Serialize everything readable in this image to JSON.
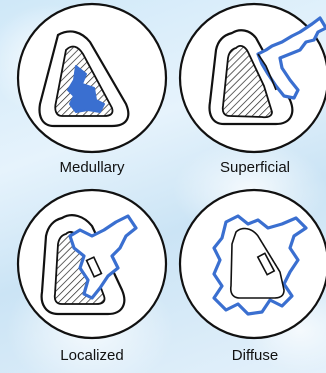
{
  "panels": [
    {
      "label": "Medullary"
    },
    {
      "label": "Superficial"
    },
    {
      "label": "Localized"
    },
    {
      "label": "Diffuse"
    }
  ],
  "colors": {
    "outline": "#111111",
    "infection": "#3a6fd0",
    "circle_fill": "#ffffff"
  }
}
